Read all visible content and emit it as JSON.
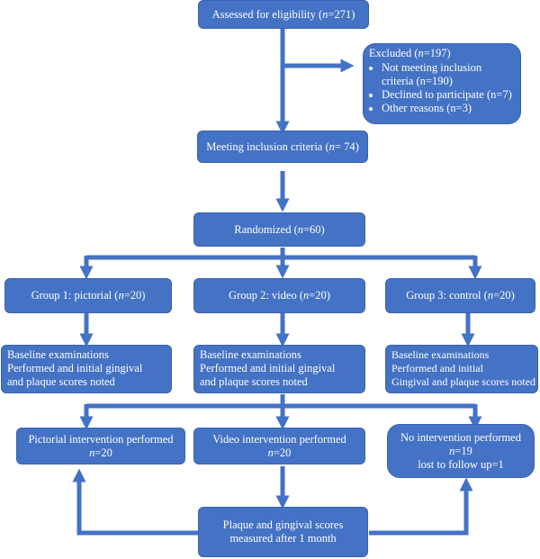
{
  "colors": {
    "box_fill": "#4472c4",
    "box_text": "#ffffff",
    "arrow": "#4472c4"
  },
  "boxes": {
    "eligibility": {
      "text": "Assessed for eligibility (",
      "n": "n",
      "value": "=271)"
    },
    "excluded": {
      "title": "Excluded (",
      "n": "n",
      "value": "=197)",
      "items": [
        "Not meeting inclusion criteria (n=190)",
        "Declined to participate (n=7)",
        "Other reasons (n=3)"
      ]
    },
    "meeting": {
      "text": "Meeting inclusion criteria (",
      "n": "n",
      "value": "= 74)"
    },
    "randomized": {
      "text": "Randomized (",
      "n": "n",
      "value": "=60)"
    },
    "group1": {
      "text": "Group 1: pictorial (",
      "n": "n",
      "value": "=20)"
    },
    "group2": {
      "text": "Group 2: video (",
      "n": "n",
      "value": "=20)"
    },
    "group3": {
      "text": "Group 3: control (",
      "n": "n",
      "value": "=20)"
    },
    "baseline1": {
      "lines": [
        "Baseline examinations",
        "Performed and initial gingival",
        "and plaque scores noted"
      ]
    },
    "baseline2": {
      "lines": [
        "Baseline examinations",
        "Performed and initial gingival",
        "and plaque scores noted"
      ]
    },
    "baseline3": {
      "lines": [
        "Baseline examinations",
        "Performed and initial",
        "Gingival and plaque scores noted"
      ]
    },
    "pictorial_int": {
      "line1": "Pictorial intervention performed",
      "n": "n",
      "value": "=20"
    },
    "video_int": {
      "line1": "Video intervention performed",
      "n": "n",
      "value": "=20"
    },
    "no_int": {
      "line1": "No intervention performed",
      "n": "n",
      "value": "=19",
      "line3": "lost to follow up=1"
    },
    "plaque": {
      "lines": [
        "Plaque and gingival scores",
        "measured after 1 month"
      ]
    }
  }
}
